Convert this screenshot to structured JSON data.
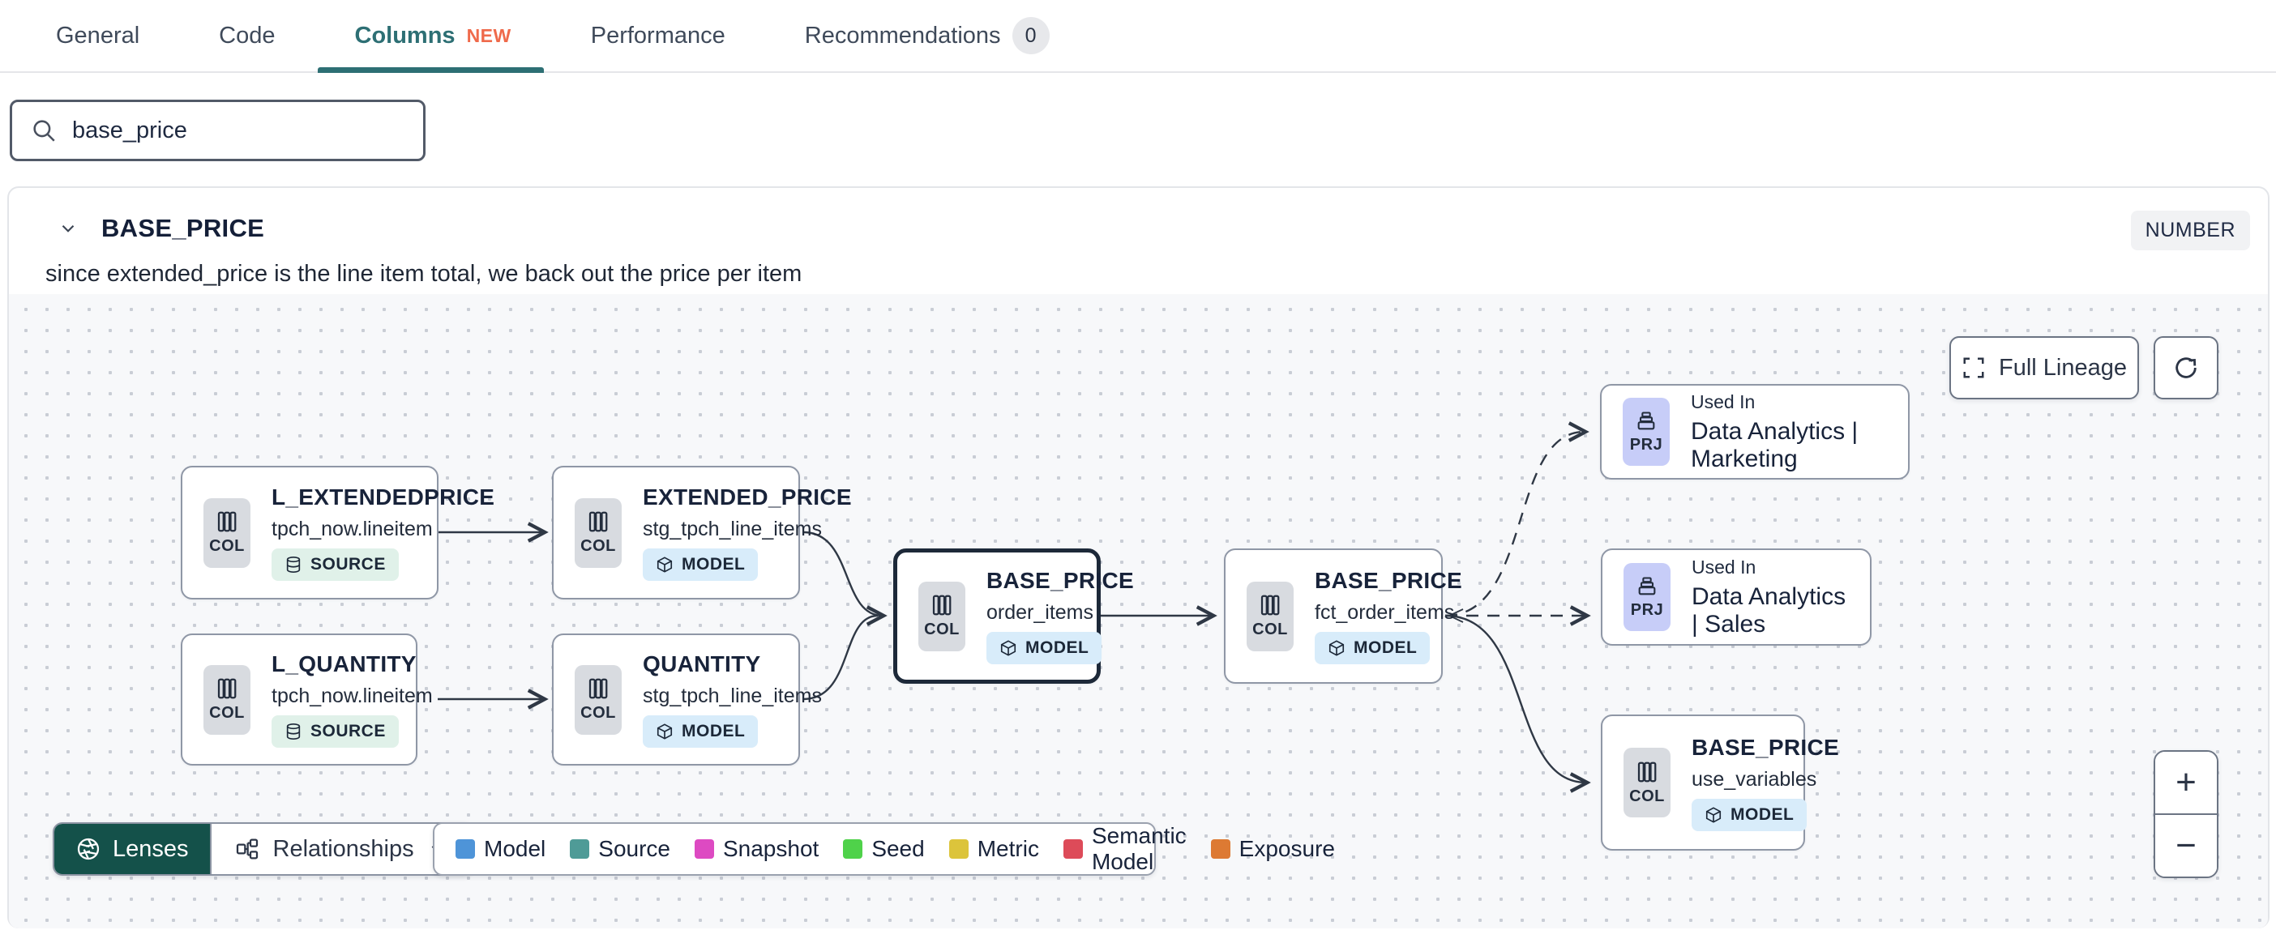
{
  "tabs": {
    "items": [
      {
        "label": "General"
      },
      {
        "label": "Code"
      },
      {
        "label": "Columns",
        "badge": "NEW",
        "active": true
      },
      {
        "label": "Performance"
      },
      {
        "label": "Recommendations",
        "count": "0"
      }
    ]
  },
  "search": {
    "value": "base_price"
  },
  "column_panel": {
    "name": "BASE_PRICE",
    "type_badge": "NUMBER",
    "description": "since extended_price is the line item total, we back out the price per item"
  },
  "lineage": {
    "controls": {
      "full_lineage_label": "Full Lineage",
      "zoom_in": "+",
      "zoom_out": "−"
    },
    "toolbar": {
      "lenses_label": "Lenses",
      "relationships_label": "Relationships"
    },
    "nodes": {
      "l_extendedprice": {
        "kind": "COL",
        "title": "L_EXTENDEDPRICE",
        "subtitle": "tpch_now.lineitem",
        "badge": "SOURCE"
      },
      "extended_price": {
        "kind": "COL",
        "title": "EXTENDED_PRICE",
        "subtitle": "stg_tpch_line_items",
        "badge": "MODEL"
      },
      "l_quantity": {
        "kind": "COL",
        "title": "L_QUANTITY",
        "subtitle": "tpch_now.lineitem",
        "badge": "SOURCE"
      },
      "quantity": {
        "kind": "COL",
        "title": "QUANTITY",
        "subtitle": "stg_tpch_line_items",
        "badge": "MODEL"
      },
      "base_price_order_items": {
        "kind": "COL",
        "title": "BASE_PRICE",
        "subtitle": "order_items",
        "badge": "MODEL",
        "selected": true
      },
      "base_price_fct": {
        "kind": "COL",
        "title": "BASE_PRICE",
        "subtitle": "fct_order_items",
        "badge": "MODEL"
      },
      "used_in_marketing": {
        "kind": "PRJ",
        "label": "Used In",
        "title": "Data Analytics | Marketing"
      },
      "used_in_sales": {
        "kind": "PRJ",
        "label": "Used In",
        "title": "Data Analytics | Sales"
      },
      "base_price_use_variables": {
        "kind": "COL",
        "title": "BASE_PRICE",
        "subtitle": "use_variables",
        "badge": "MODEL"
      }
    },
    "legend": [
      {
        "label": "Model",
        "color": "#4e94d8"
      },
      {
        "label": "Source",
        "color": "#4f9b97"
      },
      {
        "label": "Snapshot",
        "color": "#dd4ac2"
      },
      {
        "label": "Seed",
        "color": "#4fd24a"
      },
      {
        "label": "Metric",
        "color": "#dcc43b"
      },
      {
        "label": "Semantic Model",
        "color": "#dd4b59"
      },
      {
        "label": "Exposure",
        "color": "#dd7a33"
      }
    ],
    "icons": {
      "search": "magnifier",
      "lenses": "aperture",
      "relationships": "hierarchy",
      "full_lineage": "expand-corners",
      "refresh": "circular-arrow",
      "col_badge": "columns",
      "prj_badge": "archive-box",
      "source_pill": "database-cylinder",
      "model_pill": "cube",
      "header_chevron": "chevron-down"
    }
  }
}
